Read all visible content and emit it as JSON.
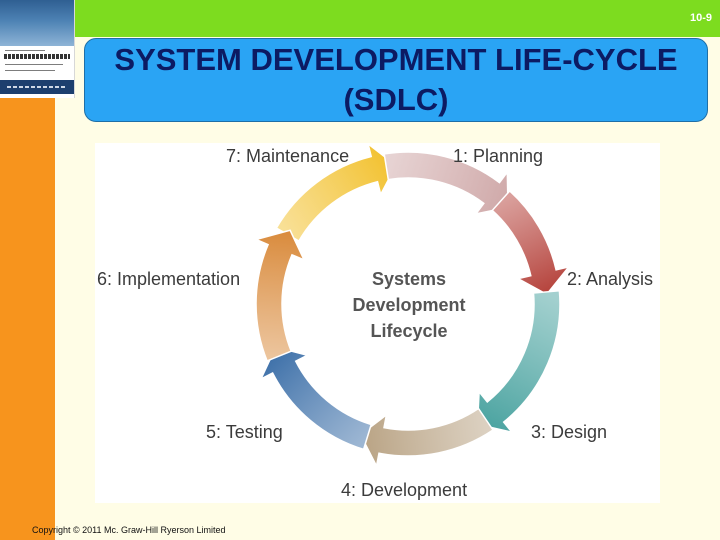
{
  "slide": {
    "number": "10-9",
    "title": "SYSTEM DEVELOPMENT LIFE-CYCLE (SDLC)",
    "copyright": "Copyright © 2011 Mc. Graw-Hill Ryerson Limited"
  },
  "diagram": {
    "center_lines": [
      "Systems",
      "Development",
      "Lifecycle"
    ],
    "stages": [
      {
        "label": "1: Planning",
        "color": "#f2c12e"
      },
      {
        "label": "2: Analysis",
        "color": "#cfa8a8"
      },
      {
        "label": "3: Design",
        "color": "#b5423b"
      },
      {
        "label": "4: Development",
        "color": "#4aa3a0"
      },
      {
        "label": "5: Testing",
        "color": "#b9a384"
      },
      {
        "label": "6: Implementation",
        "color": "#3c6fa8"
      },
      {
        "label": "7: Maintenance",
        "color": "#d98a3b"
      }
    ]
  }
}
